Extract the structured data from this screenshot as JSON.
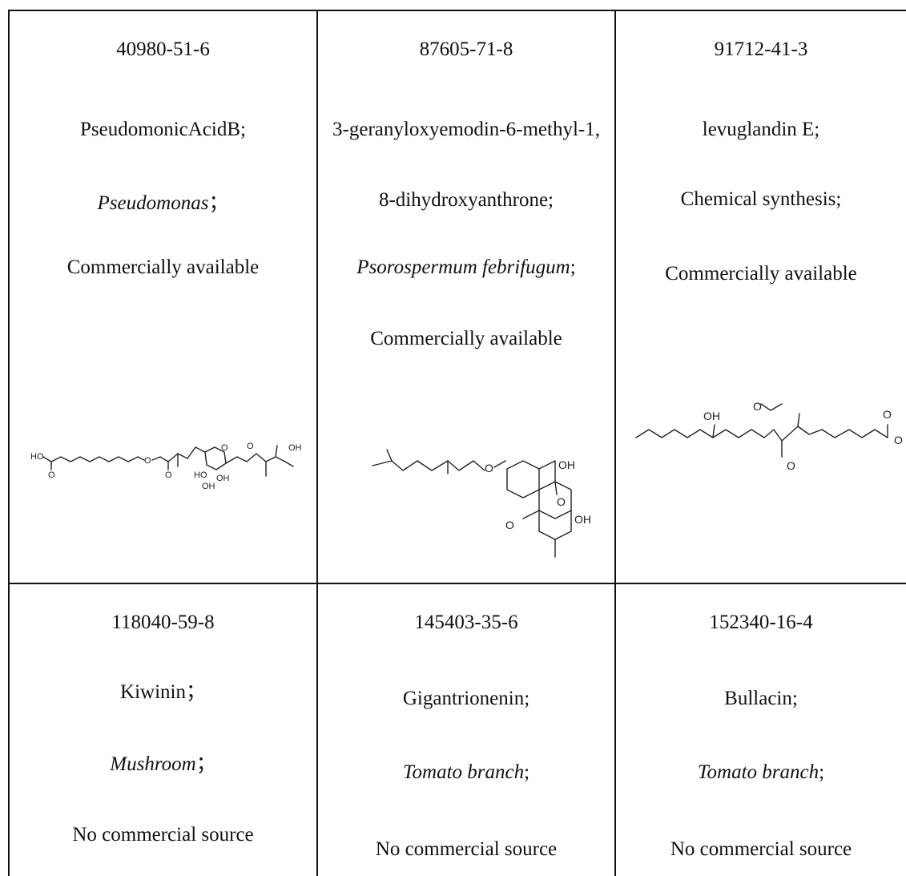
{
  "table": {
    "cells": [
      {
        "cas": "40980-51-6",
        "name": "PseudomonicAcidB;",
        "source_italic": "Pseudomonas",
        "source_punct": "；",
        "availability": "Commercially available",
        "structure_labels": [
          "HO",
          "O",
          "O",
          "O",
          "O",
          "HO",
          "OH",
          "OH",
          "O",
          "OH"
        ]
      },
      {
        "cas": "87605-71-8",
        "name_line1": "3-geranyloxyemodin-6-methyl-1,",
        "name_line2": "8-dihydroxyanthrone;",
        "source_italic": "Psorospermum febrifugum",
        "source_punct": ";",
        "availability": "Commercially available",
        "structure_labels": [
          "O",
          "OH",
          "O",
          "O",
          "OH"
        ]
      },
      {
        "cas": "91712-41-3",
        "name": "levuglandin E;",
        "source": "Chemical synthesis;",
        "availability": "Commercially available",
        "structure_labels": [
          "OH",
          "O",
          "O",
          "O",
          "O"
        ]
      },
      {
        "cas": "118040-59-8",
        "name": "Kiwinin；",
        "source_italic": "Mushroom",
        "source_punct": "；",
        "availability": "No commercial source"
      },
      {
        "cas": "145403-35-6",
        "name": "Gigantrionenin;",
        "source_italic": "Tomato branch",
        "source_punct": ";",
        "availability": "No commercial source"
      },
      {
        "cas": "152340-16-4",
        "name": "Bullacin;",
        "source_italic": "Tomato branch",
        "source_punct": ";",
        "availability": "No commercial source"
      }
    ]
  }
}
